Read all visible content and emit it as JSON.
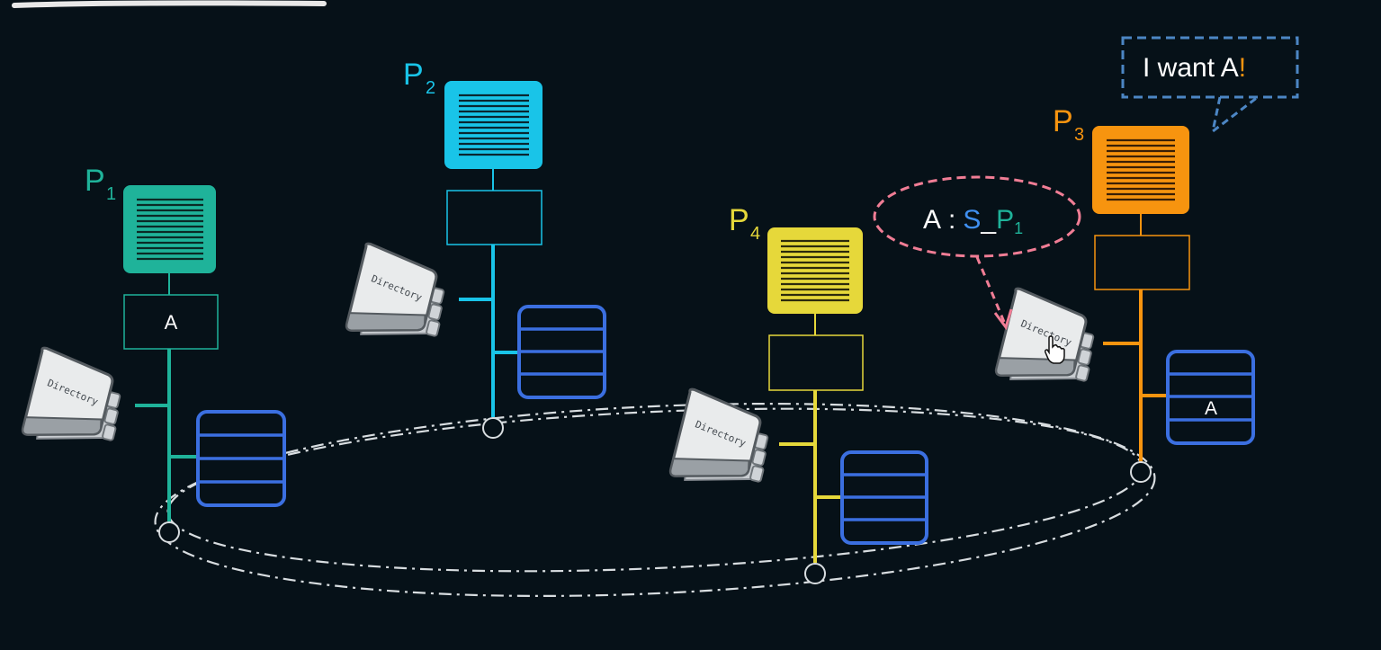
{
  "colors": {
    "background": "#061118",
    "p1": "#1fb39a",
    "p2": "#19c4e8",
    "p3": "#f7940f",
    "p4": "#e6d83a",
    "table": "#3b6fe0",
    "ring": "#d8dde0",
    "bubble": "#f07d95",
    "speech": "#4c86c4",
    "s_color": "#3f8ff0"
  },
  "nodes": [
    {
      "id": "p1",
      "label": "P",
      "sub": "1",
      "cache_value": "A",
      "directory_label": "Directory",
      "table_value": ""
    },
    {
      "id": "p2",
      "label": "P",
      "sub": "2",
      "cache_value": "",
      "directory_label": "Directory",
      "table_value": ""
    },
    {
      "id": "p3",
      "label": "P",
      "sub": "3",
      "cache_value": "",
      "directory_label": "Directory",
      "table_value": "A"
    },
    {
      "id": "p4",
      "label": "P",
      "sub": "4",
      "cache_value": "",
      "directory_label": "Directory",
      "table_value": ""
    }
  ],
  "speech_bubble": {
    "text": "I want A",
    "exclaim": "!"
  },
  "directory_entry": {
    "key": "A",
    "sep": ":",
    "state": "S",
    "dash": "_",
    "owner": "P",
    "owner_sub": "1"
  },
  "icons": {
    "pointer": "hand-cursor-icon",
    "directory": "directory-book-icon"
  }
}
